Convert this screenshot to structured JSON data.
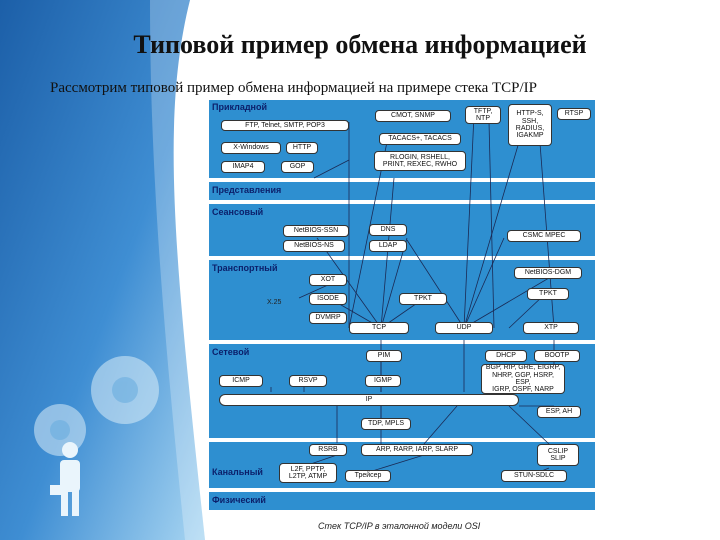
{
  "title": "Типовой пример обмена информацией",
  "subtitle": "Рассмотрим типовой пример обмена информацией на примере стека TCP/IP",
  "caption": "Стек TCP/IP в эталонной модели OSI",
  "colors": {
    "band": "#2e8fd0",
    "label": "#0b1f6a",
    "sidebar_gradient_top": "#1c5fa8",
    "sidebar_gradient_bottom": "#7fc0ea"
  },
  "diagram": {
    "layers": {
      "application": "Прикладной",
      "presentation": "Представления",
      "session": "Сеансовый",
      "transport": "Транспортный",
      "network": "Сетевой",
      "datalink": "Канальный",
      "physical": "Физический"
    },
    "boxes": {
      "ftp_telnet": "FTP, Telnet, SMTP, POP3",
      "x_windows": "X-Windows",
      "http": "HTTP",
      "imap4": "IMAP4",
      "gop": "GOP",
      "cmot_snmp": "CMOT, SNMP",
      "tftp_ntp": "TFTP,\nNTP",
      "https": "HTTP-S,\nSSH,\nRADIUS,\nIGAKMP",
      "rtsp": "RTSP",
      "tacacs": "TACACS+, TACACS",
      "rlogin": "RLOGIN, RSHELL,\nPRINT, REXEC, RWHO",
      "netbios_ssn": "NetBIOS-SSN",
      "dns": "DNS",
      "netbios_ns": "NetBIOS-NS",
      "ldap": "LDAP",
      "csmc": "CSMC MPEC",
      "xot": "XOT",
      "isode": "ISODE",
      "dvmrp": "DVMRP",
      "tcp": "TCP",
      "tpkt1": "TPKT",
      "udp": "UDP",
      "netbios_dgm": "NetBIOS-DGM",
      "tpkt2": "TPKT",
      "xtp": "XTP",
      "pim": "PIM",
      "dhcp": "DHCP",
      "bootp": "BOOTP",
      "icmp": "ICMP",
      "rsvp": "RSVP",
      "igmp": "IGMP",
      "routing": "BGP, RIP, GRE, EIGRP,\nNHRP, GGP, HSRP, ESP,\nIGRP, OSPF, NARP",
      "ip": "IP",
      "esp_ah": "ESP, AH",
      "tdp_mpls": "TDP, MPLS",
      "rsrb": "RSRB",
      "arp": "ARP, RARP, IARP, SLARP",
      "cslip": "CSLIP\nSLIP",
      "l2f": "L2F, PPTP,\nL2TP, ATMP",
      "tracer": "Трейсер",
      "stun_sdlc": "STUN-SDLC"
    },
    "free_labels": {
      "x25": "X.25"
    }
  }
}
